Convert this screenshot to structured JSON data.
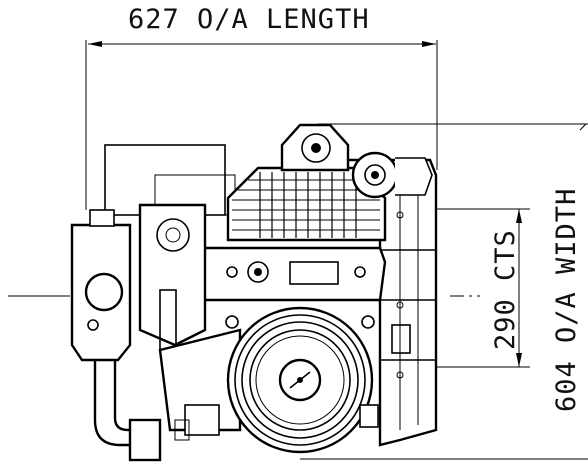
{
  "dimensions": {
    "length_label": "627 O/A LENGTH",
    "centers_label": "290 CTS",
    "width_label": "604 O/A WIDTH"
  }
}
